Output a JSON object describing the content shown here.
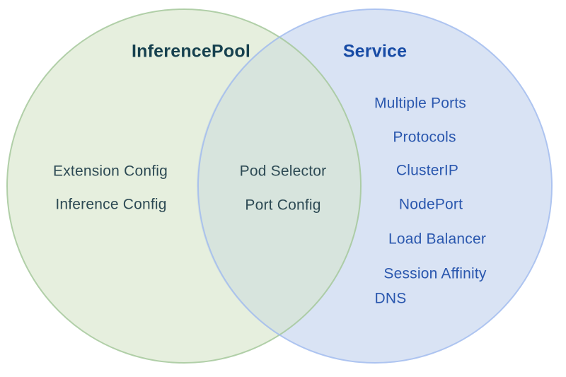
{
  "diagram": {
    "type": "venn",
    "background": "#ffffff",
    "left": {
      "title": "InferencePool",
      "title_color": "#17414f",
      "item_color": "#2d4a54",
      "fill": "#e6efde",
      "stroke": "#a5c89b",
      "items": [
        "Extension Config",
        "Inference Config"
      ]
    },
    "right": {
      "title": "Service",
      "title_color": "#174ba5",
      "item_color": "#2a57ae",
      "fill": "#d9e3f4",
      "stroke": "#a2bcee",
      "items": [
        "Multiple Ports",
        "Protocols",
        "ClusterIP",
        "NodePort",
        "Load Balancer",
        "Session Affinity",
        "DNS"
      ]
    },
    "overlap": {
      "fill": "#d7e4dd",
      "item_color": "#2d4a54",
      "items": [
        "Pod Selector",
        "Port Config"
      ]
    }
  }
}
